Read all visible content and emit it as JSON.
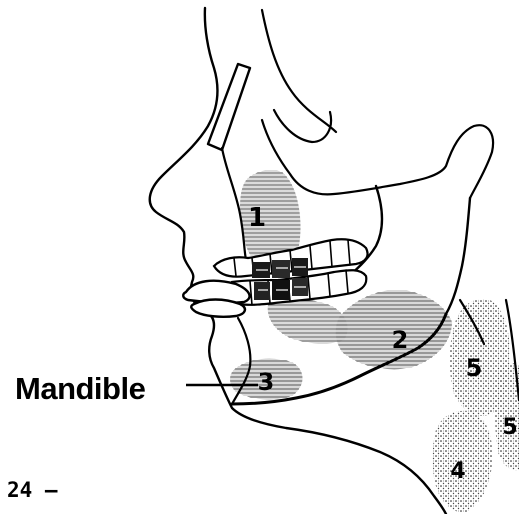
{
  "figure": {
    "labels": {
      "mandible": "Mandible",
      "page_number": "24 –"
    },
    "regions": [
      {
        "id": "region-1",
        "label": "1"
      },
      {
        "id": "region-2",
        "label": "2"
      },
      {
        "id": "region-3",
        "label": "3"
      },
      {
        "id": "region-4",
        "label": "4"
      },
      {
        "id": "region-5a",
        "label": "5"
      },
      {
        "id": "region-5b",
        "label": "5"
      }
    ],
    "colors": {
      "ink": "#000000",
      "paper": "#ffffff",
      "shading": "#8a8a8a"
    }
  }
}
